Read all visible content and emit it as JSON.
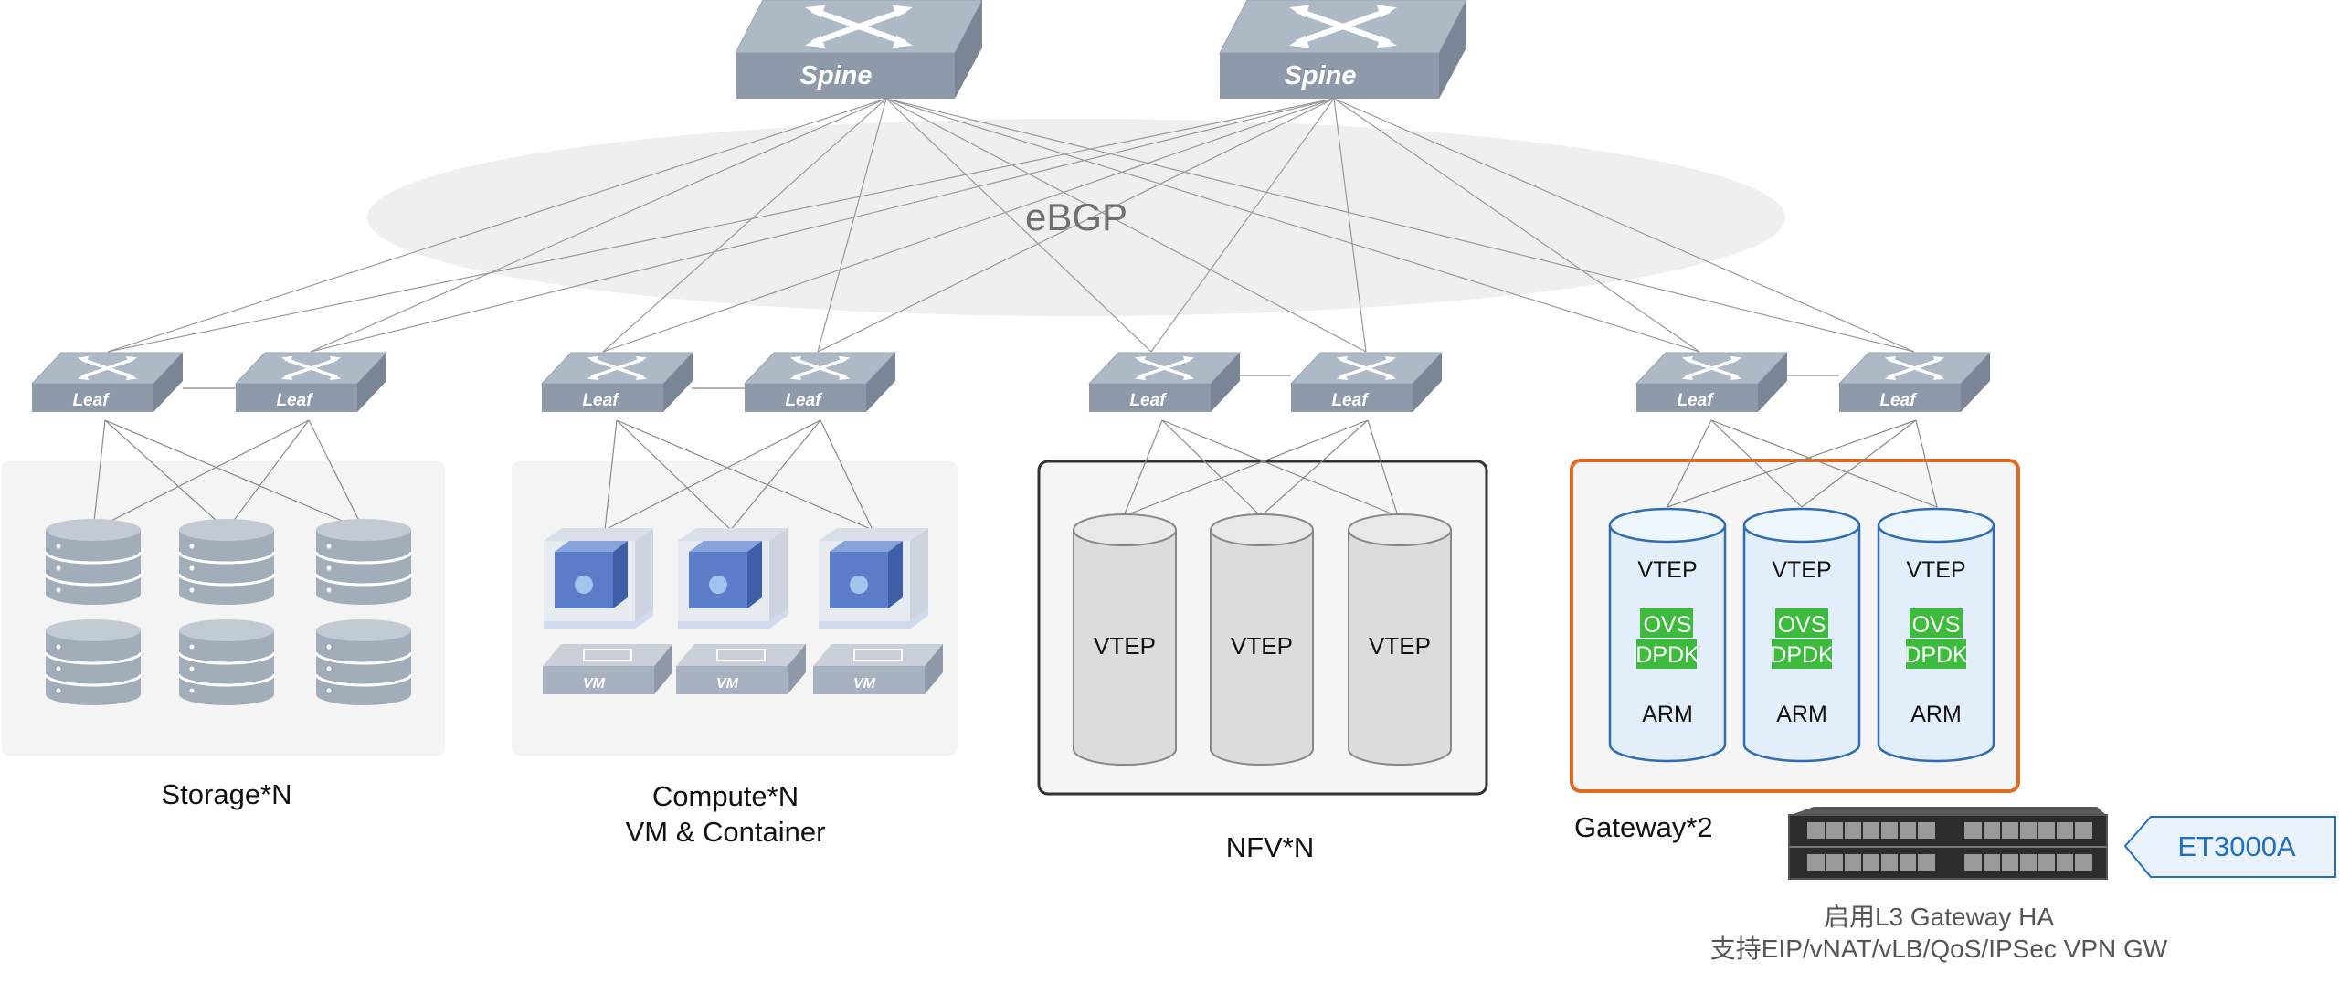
{
  "network": {
    "spines": [
      "Spine",
      "Spine"
    ],
    "fabric_label": "eBGP",
    "leaf_label": "Leaf",
    "vm_label": "VM"
  },
  "groups": {
    "storage": {
      "label": "Storage*N"
    },
    "compute": {
      "label_line1": "Compute*N",
      "label_line2": "VM & Container"
    },
    "nfv": {
      "label": "NFV*N",
      "node_label": "VTEP"
    },
    "gateway": {
      "label": "Gateway*2",
      "node_top": "VTEP",
      "node_mid_1": "OVS",
      "node_mid_2": "DPDK",
      "node_bottom": "ARM"
    }
  },
  "device": {
    "model": "ET3000A",
    "desc_line1": "启用L3 Gateway HA",
    "desc_line2": "支持EIP/vNAT/vLB/QoS/IPSec VPN GW"
  },
  "colors": {
    "switch_top": "#aeb9c6",
    "switch_front": "#8e9aa9",
    "switch_side": "#7a8696",
    "gateway_border": "#e06a1f",
    "gateway_node_fill": "#e2effa",
    "gateway_node_stroke": "#2e6db5",
    "ovs_green": "#3dbb3d",
    "device_text": "#1f6fc5"
  }
}
